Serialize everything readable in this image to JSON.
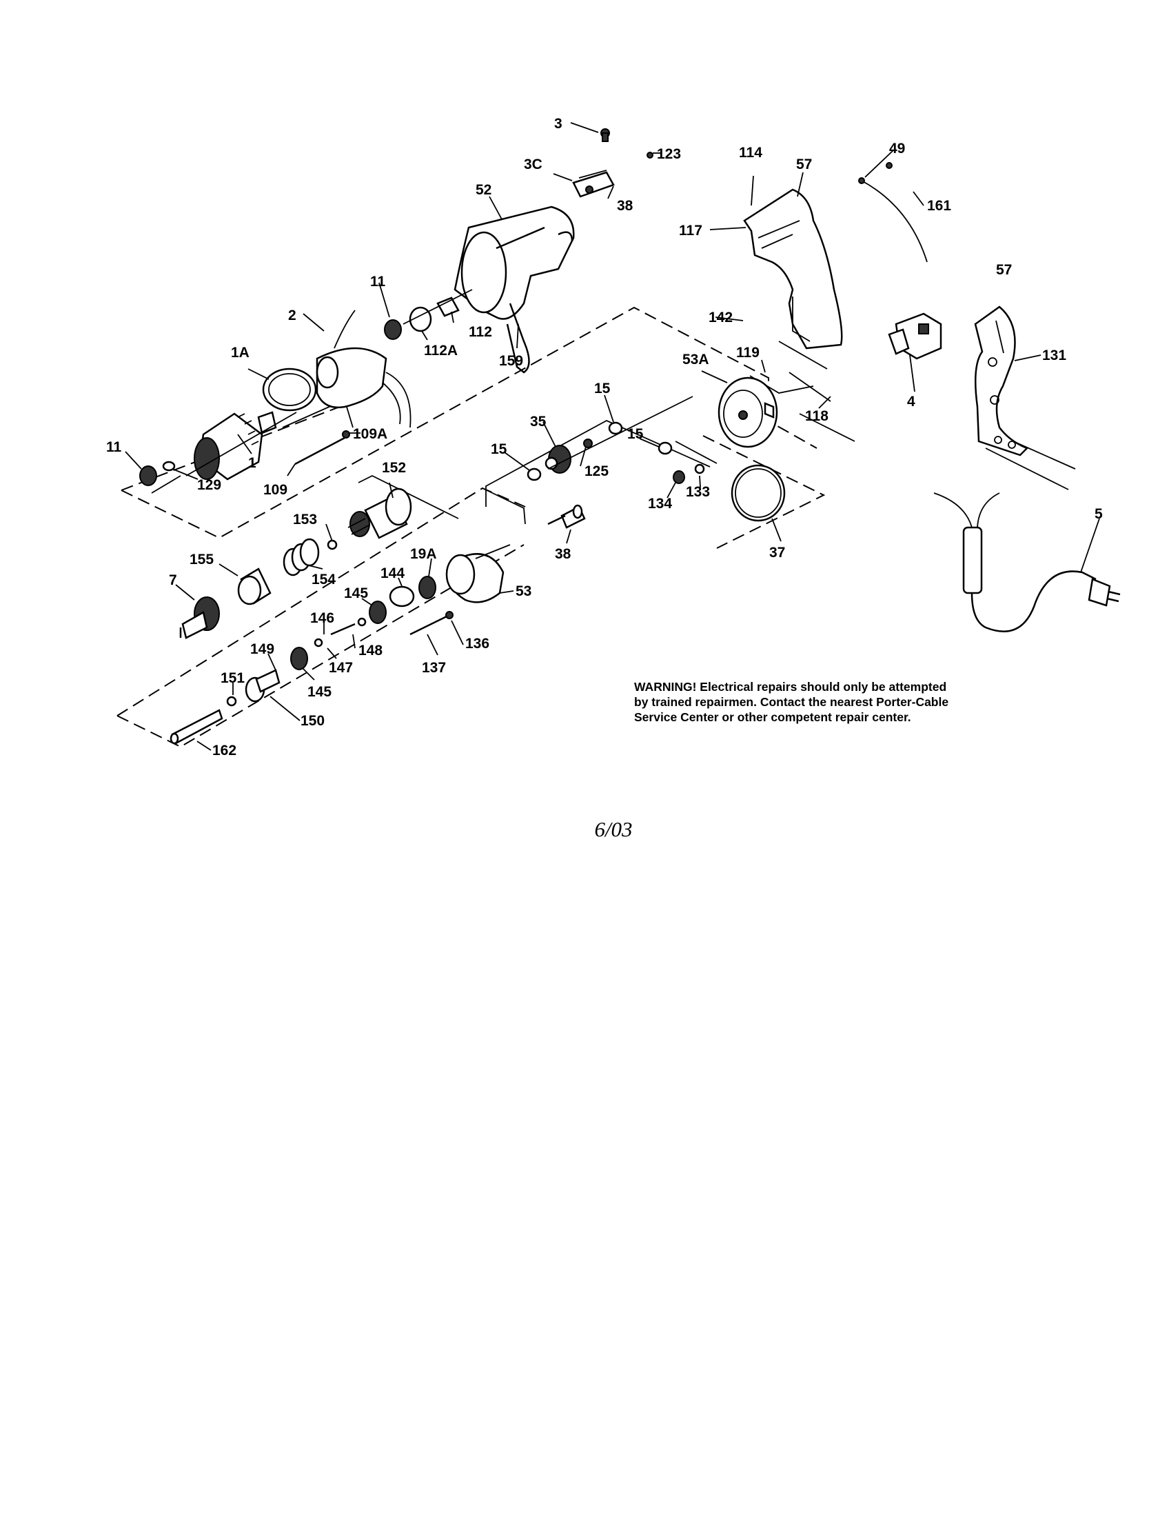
{
  "part_labels": {
    "p3": "3",
    "p3c": "3C",
    "p123": "123",
    "p38_top": "38",
    "p52": "52",
    "p114": "114",
    "p57_top": "57",
    "p49": "49",
    "p161": "161",
    "p117": "117",
    "p11_top": "11",
    "p2": "2",
    "p112": "112",
    "p112a": "112A",
    "p159": "159",
    "p142": "142",
    "p57_right": "57",
    "p1a": "1A",
    "p53a": "53A",
    "p119": "119",
    "p131": "131",
    "p4": "4",
    "p118": "118",
    "p15_a": "15",
    "p35": "35",
    "p15_b": "15",
    "p15_c": "15",
    "p125": "125",
    "p109a": "109A",
    "p11_left": "11",
    "p1": "1",
    "p129": "129",
    "p109": "109",
    "p152": "152",
    "p134": "134",
    "p133": "133",
    "p5": "5",
    "p153": "153",
    "p38_mid": "38",
    "p37": "37",
    "p155": "155",
    "p154": "154",
    "p19a": "19A",
    "p144": "144",
    "p7": "7",
    "p53": "53",
    "p145_top": "145",
    "p146_top": "146",
    "p136": "136",
    "p149": "149",
    "p148": "148",
    "p147": "147",
    "p137": "137",
    "p145_bot": "145",
    "p151": "151",
    "p150": "150",
    "p162": "162"
  },
  "warning": {
    "line1": "WARNING! Electrical repairs should only be attempted",
    "line2": "by trained repairmen. Contact the nearest Porter-Cable",
    "line3": "Service Center or other competent repair center."
  },
  "date_code": "6/03"
}
